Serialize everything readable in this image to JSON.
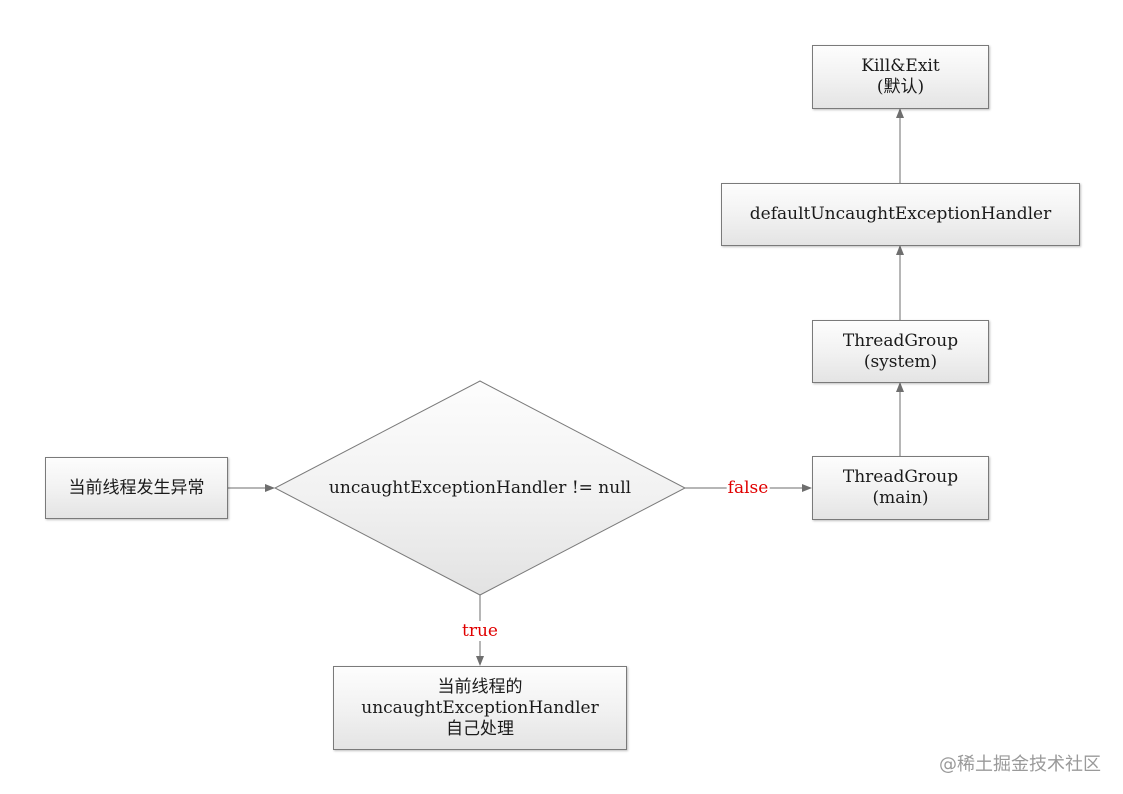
{
  "nodes": {
    "start": {
      "lines": [
        "当前线程发生异常"
      ]
    },
    "decision": {
      "label": "uncaughtExceptionHandler != null"
    },
    "self_handle": {
      "lines": [
        "当前线程的",
        "uncaughtExceptionHandler",
        "自己处理"
      ]
    },
    "tg_main": {
      "lines": [
        "ThreadGroup",
        "(main)"
      ]
    },
    "tg_system": {
      "lines": [
        "ThreadGroup",
        "(system)"
      ]
    },
    "default_handler": {
      "lines": [
        "defaultUncaughtExceptionHandler"
      ]
    },
    "kill_exit": {
      "lines": [
        "Kill&Exit",
        "(默认)"
      ]
    }
  },
  "edges": {
    "false_label": "false",
    "true_label": "true"
  },
  "colors": {
    "edge_label": "#e00000",
    "line": "#6e6e6e",
    "box_border": "#7a7a7a"
  },
  "watermark": "@稀土掘金技术社区"
}
